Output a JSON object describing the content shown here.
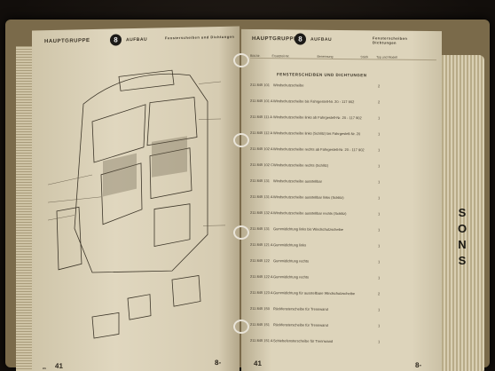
{
  "left_page": {
    "header": "HAUPTGRUPPE",
    "group_number": "8",
    "section": "AUFBAU",
    "subtitle": "Fensterscheiben und Dichtungen",
    "footer_left": "41",
    "footer_right": "8-"
  },
  "right_page": {
    "header": "HAUPTGRUPPE",
    "group_number": "8",
    "section": "AUFBAU",
    "subtitle": "Fensterscheiben Dichtungen",
    "columns": [
      "Bild-Nr.",
      "Ersatzteil-Nr.",
      "Benennung",
      "Stück",
      "Typ und Modell"
    ],
    "section_heading": "FENSTERSCHEIBEN UND DICHTUNGEN",
    "rows": [
      {
        "pn": "211 845 101",
        "desc": "Windschutzscheibe",
        "q": "2"
      },
      {
        "pn": "211 845 101 A",
        "desc": "Windschutzscheibe bis Fahrgestell-Nr. 20 - 117 902",
        "q": "2"
      },
      {
        "pn": "211 845 111 A",
        "desc": "Windschutzscheibe links ab Fahrgestell-Nr. 20 - 117 902",
        "q": "1"
      },
      {
        "pn": "211 845 112 A",
        "desc": "Windschutzscheibe links (Schlitz) bis Fahrgestell-Nr. 20",
        "q": "1"
      },
      {
        "pn": "211 845 102 A",
        "desc": "Windschutzscheibe rechts ab Fahrgestell-Nr. 20 - 117 902",
        "q": "1"
      },
      {
        "pn": "211 845 102 C",
        "desc": "Windschutzscheibe rechts (Schlitz)",
        "q": "1"
      },
      {
        "pn": "211 845 131",
        "desc": "Windschutzscheibe ausstellbar",
        "q": "1"
      },
      {
        "pn": "211 845 131 A",
        "desc": "Windschutzscheibe ausstellbar links (Schlitz)",
        "q": "1"
      },
      {
        "pn": "211 845 132 A",
        "desc": "Windschutzscheibe ausstellbar rechts (Schlitz)",
        "q": "1"
      },
      {
        "pn": "211 845 131",
        "desc": "Gummidichtung links bis Windschutzscheibe",
        "q": "1"
      },
      {
        "pn": "211 845 121 A",
        "desc": "Gummidichtung links",
        "q": "1"
      },
      {
        "pn": "211 845 122",
        "desc": "Gummidichtung rechts",
        "q": "1"
      },
      {
        "pn": "211 845 122 A",
        "desc": "Gummidichtung rechts",
        "q": "1"
      },
      {
        "pn": "211 845 123 A",
        "desc": "Gummidichtung für ausstellbare Windschutzscheibe",
        "q": "2"
      },
      {
        "pn": "211 845 150",
        "desc": "Rückfensterscheibe für Trennwand",
        "q": "1"
      },
      {
        "pn": "211 845 151",
        "desc": "Rückfensterscheibe für Trennwand",
        "q": "1"
      },
      {
        "pn": "211 845 151 A",
        "desc": "Schiebefensterscheibe für Trennwand",
        "q": "1"
      }
    ],
    "footer_left": "41",
    "footer_right": "8-"
  },
  "tab_letters": [
    "S",
    "O",
    "N",
    "S"
  ]
}
